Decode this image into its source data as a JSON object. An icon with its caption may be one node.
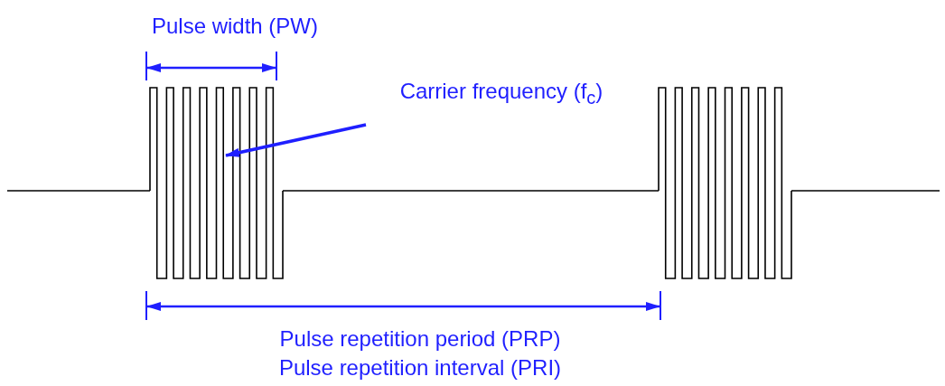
{
  "diagram": {
    "nodes": [
      {
        "text": [
          "Carrier frequency (f$_{c}$)"
        ]
      },
      {
        "text": [],
        "shape": "picture"
      }
    ],
    "edges": [
      {
        "from": 0,
        "to": 1,
        "arrow": "to",
        "color": "#1f1fff"
      }
    ],
    "labels": [
      "Pulse width (PW)",
      "Pulse repetition period (PRP)",
      "Pulse repetition interval (PRI)"
    ]
  }
}
